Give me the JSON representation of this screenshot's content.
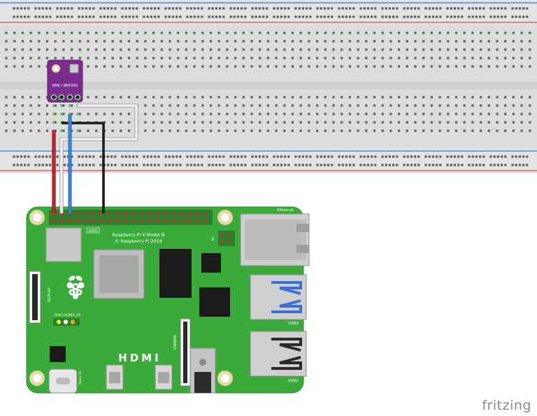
{
  "sensor": {
    "label": "BME / BMP280"
  },
  "board": {
    "model": "Raspberry Pi 4 Model B",
    "copyright": "© Raspberry Pi 2018",
    "gpio_label": "GPIO",
    "ethernet_label": "Ethernet",
    "hdmi_label": "HDMI",
    "usb3_label": "USB3",
    "usb2_label": "USB2",
    "display_label": "DISPLAY",
    "camera_label": "CAMERA",
    "power_label": "Power in",
    "led_label": "RUN   OLDBEL_ER",
    "poe_number": "2"
  },
  "logo": {
    "text": "fritzing"
  },
  "colors": {
    "breadboard": "#dcdcdc",
    "rail_blue": "#4a6fd4",
    "rail_red": "#e04848",
    "pcb": "#3aaa3a",
    "sensor": "#7b2c8f",
    "wire_red": "#c0262b",
    "wire_white": "#f2f2f2",
    "wire_blue": "#3a86d6",
    "wire_black": "#1a1a1a"
  }
}
